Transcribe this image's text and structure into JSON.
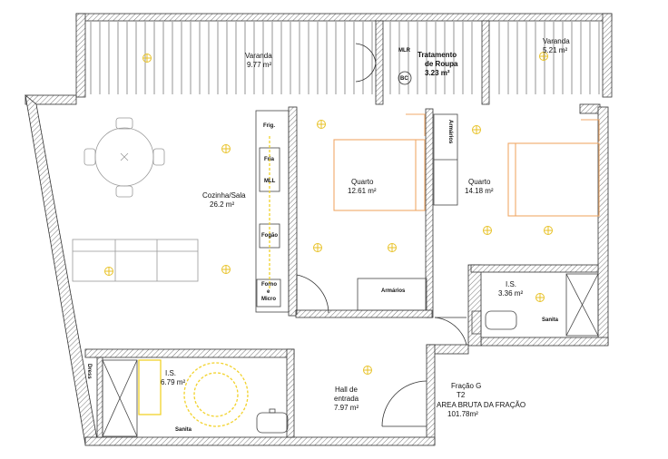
{
  "rooms": {
    "varanda_left": {
      "name": "Varanda",
      "area": "9.77 m²"
    },
    "mlr": {
      "name": "MLR"
    },
    "bc": {
      "name": "BC"
    },
    "tratamento": {
      "name": "Tratamento",
      "name2": "de Roupa",
      "area": "3.23 m²"
    },
    "varanda_right": {
      "name": "Varanda",
      "area": "5.21 m²"
    },
    "cozinha": {
      "name": "Cozinha/Sala",
      "area": "26.2 m²"
    },
    "quarto1": {
      "name": "Quarto",
      "area": "12.61 m²"
    },
    "quarto2": {
      "name": "Quarto",
      "area": "14.18 m²"
    },
    "is_right": {
      "name": "I.S.",
      "area": "3.36 m²"
    },
    "is_left": {
      "name": "I.S.",
      "area": "6.79 m²"
    },
    "hall": {
      "name": "Hall de",
      "name2": "entrada",
      "area": "7.97 m²"
    }
  },
  "appliances": {
    "frig": "Frig.",
    "fria": "Fria",
    "mll": "MLL",
    "fogao": "Fogão",
    "forno_1": "Forno",
    "forno_2": "e",
    "forno_3": "Micro",
    "armarios_q2": "Armários",
    "armarios_q1": "Armários",
    "sanita_right": "Sanita",
    "sanita_left": "Sanita",
    "dress": "Dress"
  },
  "fraction": {
    "title": "Fração G",
    "type": "T2",
    "area_label": "AREA BRUTA DA FRAÇÃO",
    "area_value": "101.78m²"
  }
}
